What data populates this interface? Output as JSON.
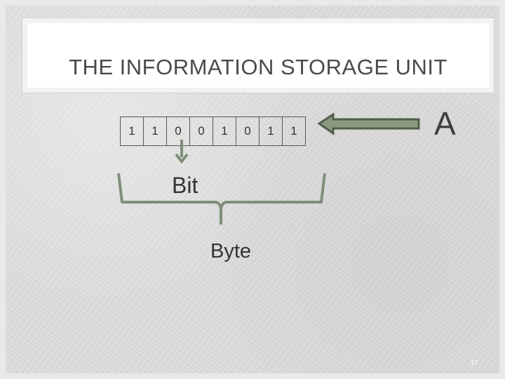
{
  "slide": {
    "title": "THE INFORMATION STORAGE UNIT",
    "bits": [
      "1",
      "1",
      "0",
      "0",
      "1",
      "0",
      "1",
      "1"
    ],
    "character": "A",
    "bit_label": "Bit",
    "byte_label": "Byte",
    "page_number": "17"
  },
  "colors": {
    "arrow_fill": "#8a9a82",
    "arrow_stroke": "#4f5f4a",
    "brace": "#7f8f7a",
    "background": "#dedede"
  }
}
